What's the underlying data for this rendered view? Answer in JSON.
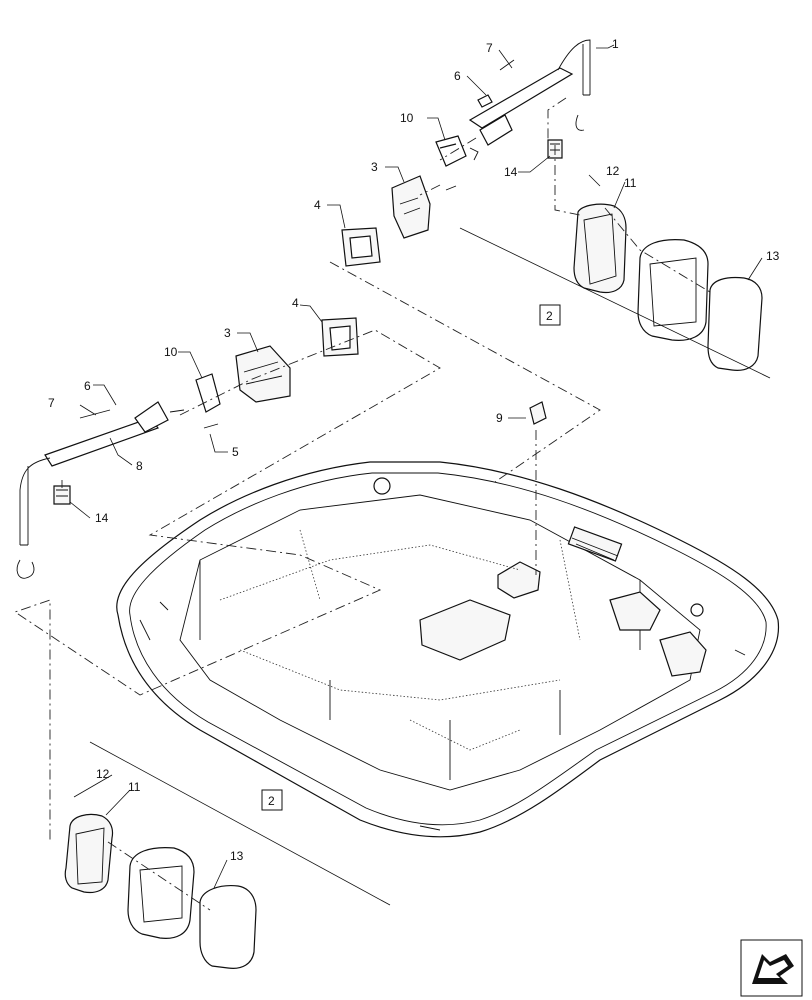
{
  "labels": {
    "l1": "1",
    "l2a": "2",
    "l2b": "2",
    "l3a": "3",
    "l3b": "3",
    "l4a": "4",
    "l4b": "4",
    "l5": "5",
    "l6a": "6",
    "l6b": "6",
    "l7a": "7",
    "l7b": "7",
    "l8": "8",
    "l9": "9",
    "l10a": "10",
    "l10b": "10",
    "l11a": "11",
    "l11b": "11",
    "l12a": "12",
    "l12b": "12",
    "l13a": "13",
    "l13b": "13",
    "l14a": "14",
    "l14b": "14"
  },
  "icons": {
    "corner": "navigation-arrow-icon"
  }
}
